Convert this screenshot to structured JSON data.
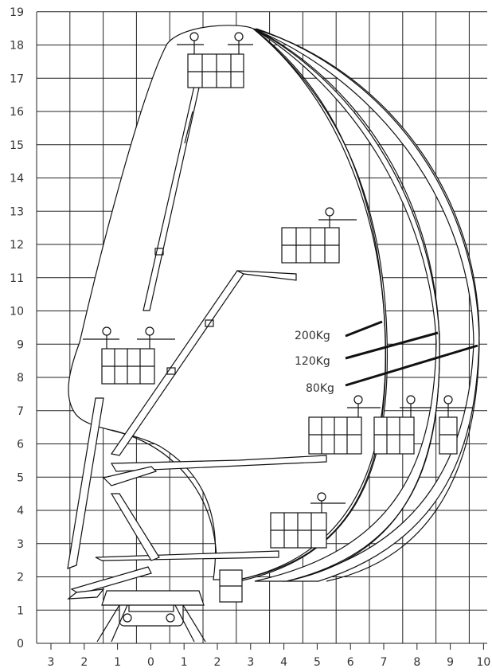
{
  "y_axis_labels": [
    "0",
    "1",
    "2",
    "3",
    "4",
    "5",
    "6",
    "7",
    "8",
    "9",
    "10",
    "11",
    "12",
    "13",
    "14",
    "15",
    "16",
    "17",
    "18",
    "19"
  ],
  "x_axis_labels": [
    "3",
    "2",
    "1",
    "0",
    "1",
    "2",
    "3",
    "4",
    "5",
    "6",
    "7",
    "8",
    "9",
    "10"
  ],
  "loads": [
    {
      "label": "200Kg",
      "reach": 6.9
    },
    {
      "label": "120Kg",
      "reach": 8.6
    },
    {
      "label": "80Kg",
      "reach": 9.9
    }
  ],
  "colors": {
    "line": "#111111",
    "label": "#333333",
    "background": "#ffffff"
  }
}
